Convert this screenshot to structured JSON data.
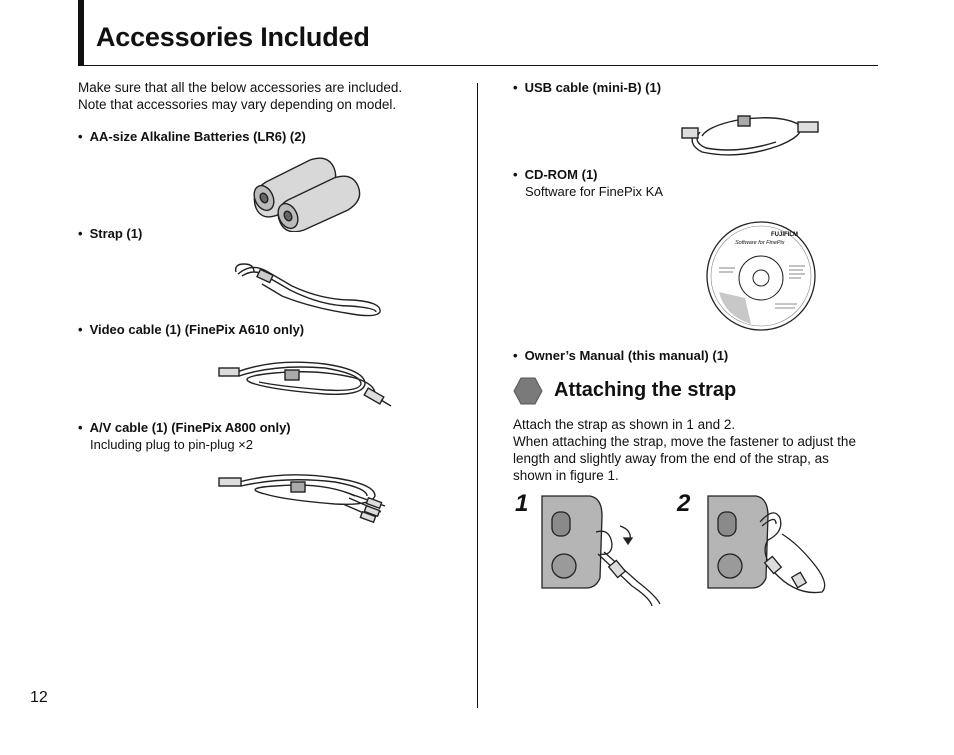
{
  "header": {
    "title": "Accessories Included"
  },
  "intro": {
    "line1": "Make sure that all the below accessories are included.",
    "line2": "Note that accessories may vary depending on model."
  },
  "items_left": [
    {
      "label": "AA-size Alkaline Batteries (LR6) (2)"
    },
    {
      "label": "Strap (1)"
    },
    {
      "label": "Video cable (1) (FinePix A610 only)"
    },
    {
      "label": "A/V cable (1) (FinePix A800 only)",
      "note": "Including plug to pin-plug ×2"
    }
  ],
  "items_right": [
    {
      "label": "USB cable (mini-B) (1)"
    },
    {
      "label": "CD-ROM (1)",
      "note": "Software for FinePix KA"
    },
    {
      "label": "Owner’s Manual (this manual) (1)"
    }
  ],
  "cdrom": {
    "brand": "FUJIFILM",
    "disc_title": "Software for FinePix"
  },
  "section": {
    "title": "Attaching the strap",
    "line1": "Attach the strap as shown in 1 and 2.",
    "line2": "When attaching the strap, move the fastener to adjust the",
    "line3": "length and slightly away from the end of the strap, as",
    "line4": "shown in figure 1."
  },
  "figures": [
    {
      "number": "1"
    },
    {
      "number": "2"
    }
  ],
  "page": {
    "number": "12"
  },
  "icons": {
    "battery": "battery-icon",
    "strap": "strap-icon",
    "video_cable": "video-cable-icon",
    "av_cable": "av-cable-icon",
    "usb_cable": "usb-cable-icon",
    "cd": "cd-rom-icon",
    "section_marker": "hexagon-marker-icon",
    "camera": "camera-icon"
  },
  "colors": {
    "text": "#111111",
    "illustration_gray": "#888888",
    "marker_gray": "#7a7a7a"
  }
}
